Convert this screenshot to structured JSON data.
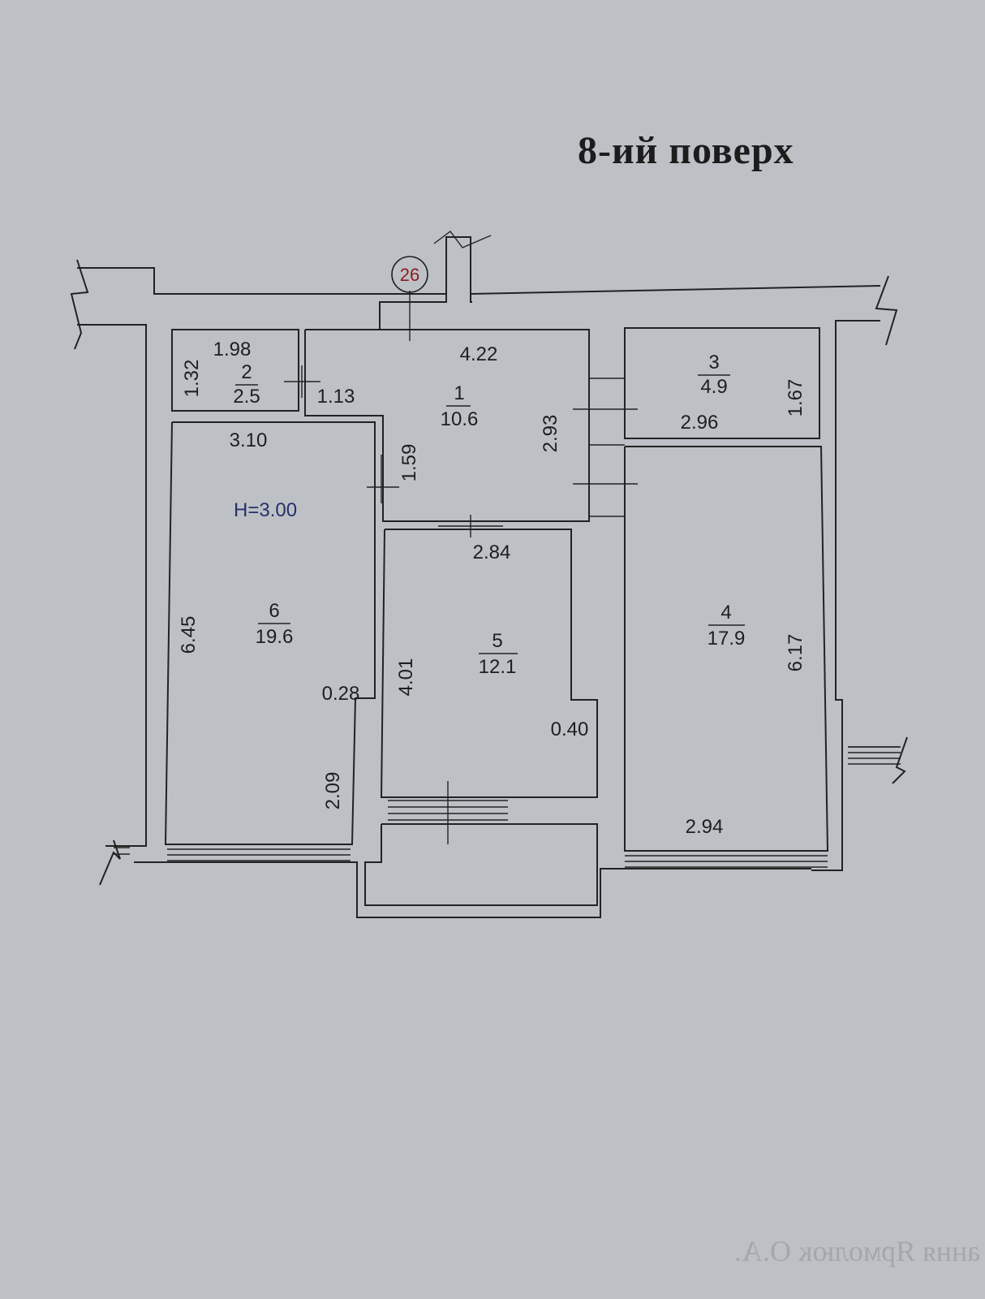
{
  "title": "8-ий поверх",
  "axis_marker": "26",
  "ceiling_height": "H=3.00",
  "mirrored_text": "ання Ярмолюк О.А.",
  "rooms": [
    {
      "number": "1",
      "area": "10.6"
    },
    {
      "number": "2",
      "area": "2.5"
    },
    {
      "number": "3",
      "area": "4.9"
    },
    {
      "number": "4",
      "area": "17.9"
    },
    {
      "number": "5",
      "area": "12.1"
    },
    {
      "number": "6",
      "area": "19.6"
    }
  ],
  "dimensions": {
    "room1_width": "4.22",
    "room1_depth": "2.93",
    "room1_inner": "1.59",
    "room1_door": "1.13",
    "room2_width": "1.98",
    "room2_depth": "1.32",
    "room3_width": "2.96",
    "room3_depth": "1.67",
    "room4_width": "2.94",
    "room4_depth": "6.17",
    "room5_width": "2.84",
    "room5_depth": "4.01",
    "room5_offset": "0.40",
    "room6_width": "3.10",
    "room6_depth": "6.45",
    "room6_offset": "0.28",
    "room6_lower": "2.09"
  },
  "colors": {
    "line": "#222222",
    "paper": "#bdc1c6",
    "marker": "#8a1d1d",
    "note": "#26306a"
  }
}
